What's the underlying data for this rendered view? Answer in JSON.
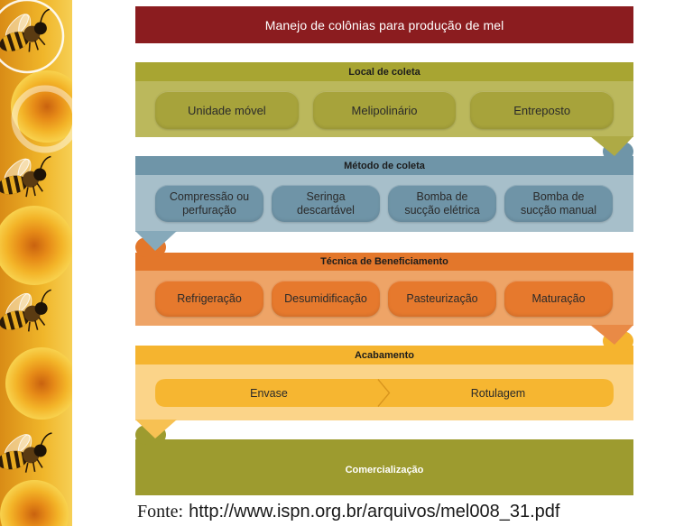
{
  "title": "Manejo de colônias para produção de mel",
  "sections": [
    {
      "header": "Local de coleta",
      "items": [
        "Unidade móvel",
        "Melipolinário",
        "Entreposto"
      ],
      "colors": {
        "header": "#a8a532",
        "body": "#bbb85c",
        "item": "#a7a33b",
        "connector": "#aeaa45"
      }
    },
    {
      "header": "Método de coleta",
      "items": [
        "Compressão ou\nperfuração",
        "Seringa\ndescartável",
        "Bomba de\nsucção elétrica",
        "Bomba de\nsucção manual"
      ],
      "colors": {
        "header": "#6f95a8",
        "body": "#a7bfca",
        "item": "#6f94a7",
        "connector": "#86a9ba"
      }
    },
    {
      "header": "Técnica de Beneficiamento",
      "items": [
        "Refrigeração",
        "Desumidificação",
        "Pasteurização",
        "Maturação"
      ],
      "colors": {
        "header": "#e3772b",
        "body": "#eea467",
        "item": "#e6792d",
        "connector": "#e98a46"
      }
    },
    {
      "header": "Acabamento",
      "items": [
        "Envase",
        "Rotulagem"
      ],
      "colors": {
        "header": "#f5b42f",
        "body": "#fbd489",
        "item": "#f6b631",
        "connector": "#f7c153"
      }
    }
  ],
  "final_step": {
    "label": "Comercialização",
    "color": "#9d9b2f"
  },
  "colors": {
    "title_bar": "#8b1c1f"
  },
  "footer": {
    "label": "Fonte:",
    "url": "http://www.ispn.org.br/arquivos/mel008_31.pdf"
  }
}
